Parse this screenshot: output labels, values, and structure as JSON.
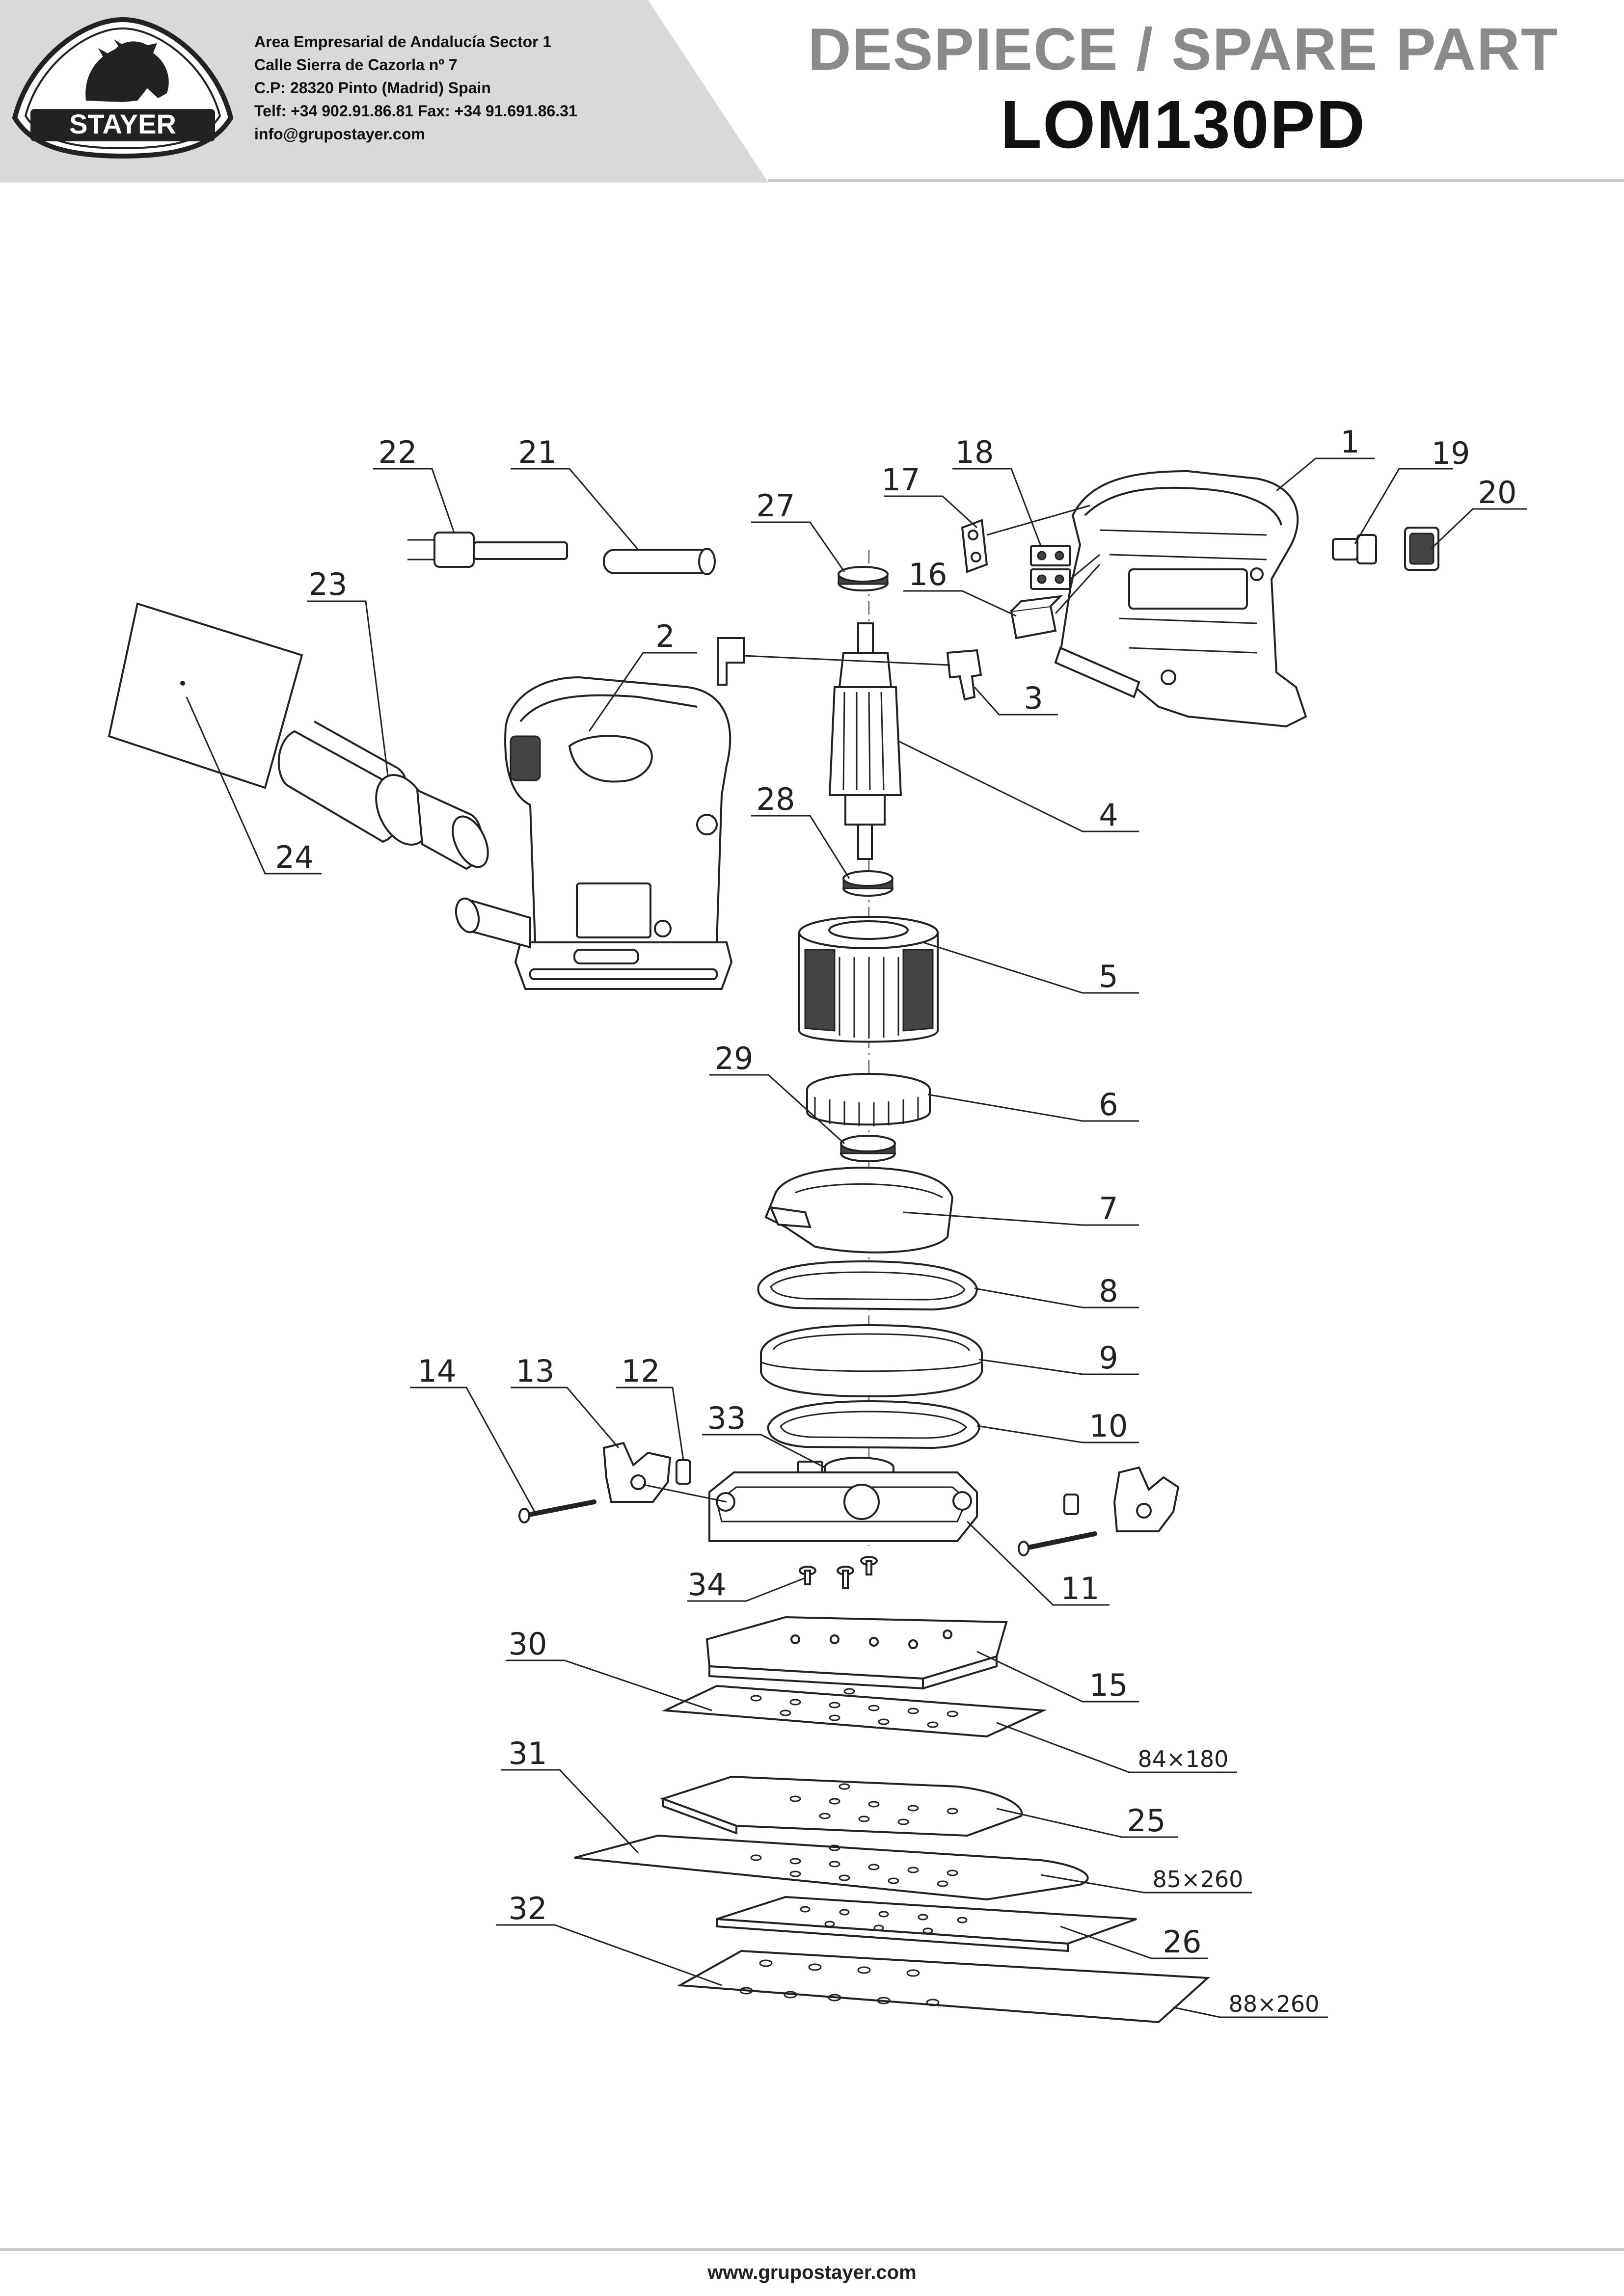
{
  "header": {
    "company": {
      "line1": "Area Empresarial de Andalucía Sector 1",
      "line2": "Calle Sierra de Cazorla nº 7",
      "line3": "C.P: 28320 Pinto (Madrid) Spain",
      "line4": "Telf: +34 902.91.86.81 Fax: +34 91.691.86.31",
      "line5": "info@grupostayer.com"
    },
    "brand": "STAYER",
    "doc_title": "DESPIECE / SPARE PART",
    "model": "LOM130PD"
  },
  "callouts": {
    "c1": "1",
    "c2": "2",
    "c3": "3",
    "c4": "4",
    "c5": "5",
    "c6": "6",
    "c7": "7",
    "c8": "8",
    "c9": "9",
    "c10": "10",
    "c11": "11",
    "c12": "12",
    "c13": "13",
    "c14": "14",
    "c15": "15",
    "c16": "16",
    "c17": "17",
    "c18": "18",
    "c19": "19",
    "c20": "20",
    "c21": "21",
    "c22": "22",
    "c23": "23",
    "c24": "24",
    "c25": "25",
    "c26": "26",
    "c27": "27",
    "c28": "28",
    "c29": "29",
    "c30": "30",
    "c31": "31",
    "c32": "32",
    "c33": "33",
    "c34": "34"
  },
  "dimensions": {
    "d1": "84×180",
    "d2": "85×260",
    "d3": "88×260"
  },
  "footer": {
    "url": "www.grupostayer.com"
  },
  "colors": {
    "header_band": "#d9d9d9",
    "title_gray": "#8a8a8a",
    "ink": "#222222"
  }
}
